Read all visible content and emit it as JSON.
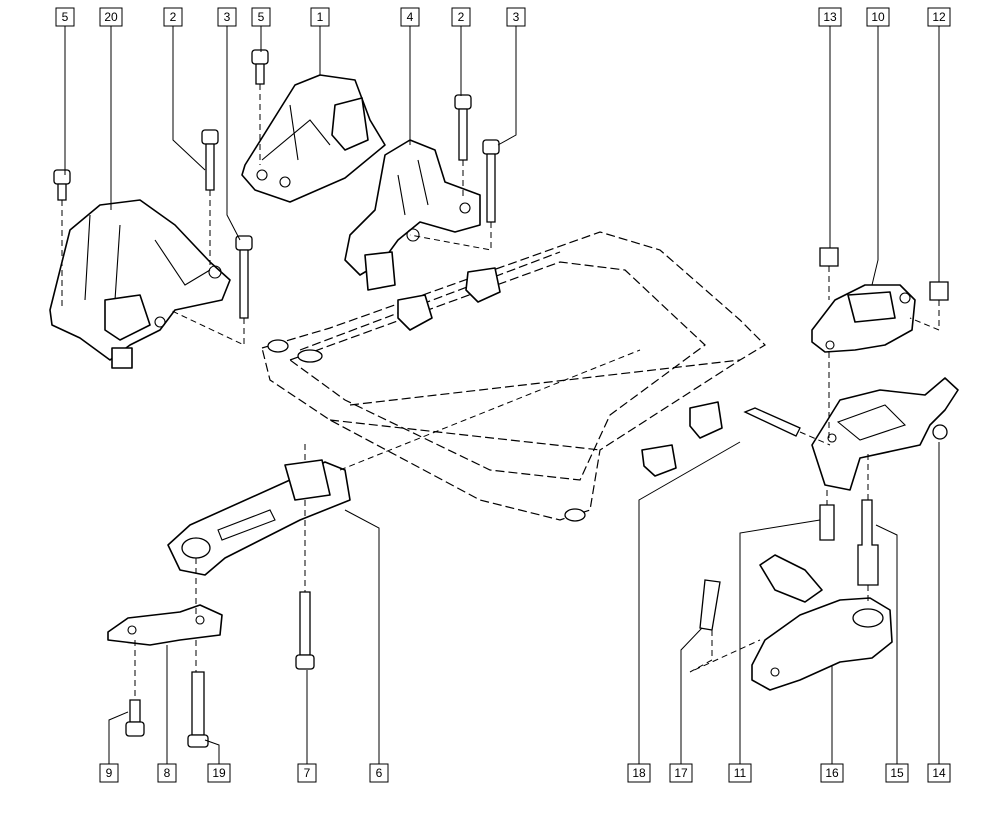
{
  "labels": {
    "top": [
      "5",
      "20",
      "2",
      "3",
      "5",
      "1",
      "4",
      "2",
      "3",
      "13",
      "10",
      "12"
    ],
    "bottom": [
      "9",
      "8",
      "19",
      "7",
      "6",
      "18",
      "17",
      "11",
      "16",
      "15",
      "14"
    ]
  }
}
